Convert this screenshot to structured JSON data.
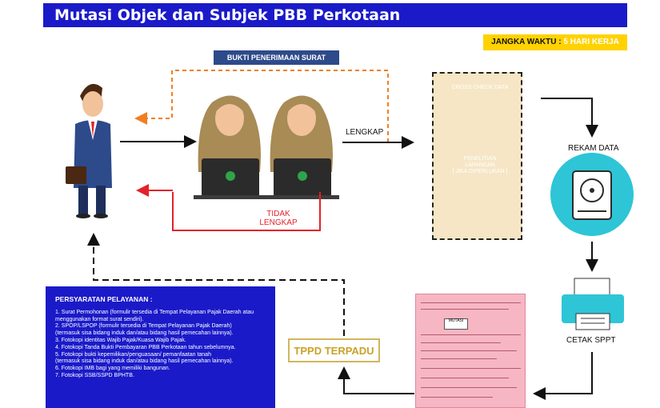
{
  "title": "Mutasi Objek dan Subjek PBB Perkotaan",
  "deadline": {
    "label": "JANGKA WAKTU : ",
    "value": "5 HARI KERJA"
  },
  "steps": {
    "bukti": "BUKTI PENERIMAAN SURAT",
    "lengkap": "LENGKAP",
    "tidak_lengkap_1": "TIDAK",
    "tidak_lengkap_2": "LENGKAP",
    "cross_check": "CROSS CHECK DATA",
    "penelitian_1": "PENELITIAN",
    "penelitian_2": "LAPANGAN",
    "penelitian_3": "[ JIKA DIPERLUKAN ]",
    "rekam_data": "REKAM DATA",
    "cetak_sppt": "CETAK SPPT",
    "tppd": "TPPD TERPADU",
    "mutasi_stamp": "MUTASI"
  },
  "requirements": {
    "heading": "PERSYARATAN PELAYANAN :",
    "items": [
      "1. Surat Permohonan (formulir tersedia di Tempat Pelayanan Pajak Daerah atau",
      "    menggunakan format surat sendiri).",
      "2. SPOP/LSPOP (formulir tersedia di Tempat Pelayanan Pajak Daerah)",
      "    (termasuk sisa bidang induk dan/atau bidang hasil pemecahan lainnya).",
      "3. Fotokopi identitas Wajib Pajak/Kuasa Wajib Pajak.",
      "4. Fotokopi Tanda Bukti Pembayaran PBB Perkotaan tahun sebelumnya.",
      "5. Fotokopi bukti kepemilikan/penguasaan/ pemanfaatan tanah",
      "    (termasuk sisa bidang induk dan/atau bidang hasil pemecahan lainnya).",
      "6. Fotokopi IMB bagi yang memiliki bangunan.",
      "7. Fotokopi SSB/SSPD BPHTB."
    ]
  },
  "colors": {
    "title_bg": "#1a1ac9",
    "deadline_bg": "#ffd200",
    "accent_teal": "#2ec5d6",
    "arrow_orange": "#f07f22",
    "arrow_red": "#e3212b"
  }
}
